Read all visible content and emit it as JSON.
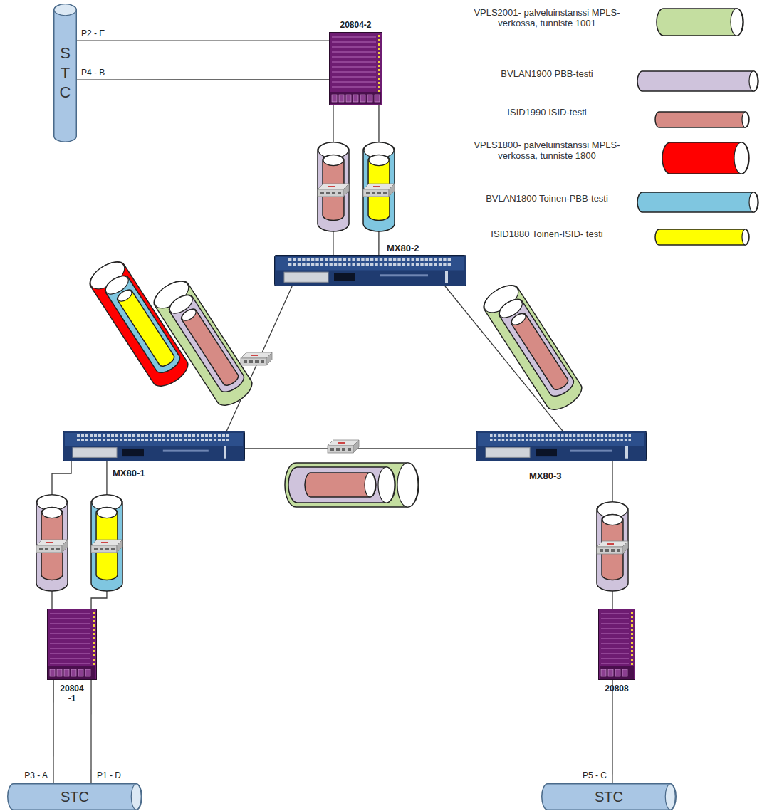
{
  "diagram": {
    "nodes": [
      {
        "text": [
          "STC"
        ]
      },
      {
        "text": [
          "20804-2"
        ]
      },
      {
        "text": [
          "MX80-2"
        ]
      },
      {
        "text": [
          "MX80-1"
        ]
      },
      {
        "text": [
          "MX80-3"
        ]
      },
      {
        "text": [
          "20804 -1"
        ]
      },
      {
        "text": [
          "20808"
        ]
      },
      {
        "text": [
          "STC"
        ]
      },
      {
        "text": [
          "STC"
        ]
      }
    ],
    "edges": [
      {
        "from": 0,
        "to": 1,
        "arrow": "none",
        "label": "P2 - E"
      },
      {
        "from": 0,
        "to": 1,
        "arrow": "none",
        "label": "P4 - B"
      },
      {
        "from": 1,
        "to": 2,
        "arrow": "none"
      },
      {
        "from": 1,
        "to": 2,
        "arrow": "none"
      },
      {
        "from": 2,
        "to": 3,
        "arrow": "none"
      },
      {
        "from": 2,
        "to": 4,
        "arrow": "none"
      },
      {
        "from": 3,
        "to": 4,
        "arrow": "none"
      },
      {
        "from": 3,
        "to": 5,
        "arrow": "none"
      },
      {
        "from": 3,
        "to": 5,
        "arrow": "none"
      },
      {
        "from": 4,
        "to": 6,
        "arrow": "none"
      },
      {
        "from": 5,
        "to": 7,
        "arrow": "none",
        "label": "P3 - A"
      },
      {
        "from": 5,
        "to": 7,
        "arrow": "none",
        "label": "P1 - D"
      },
      {
        "from": 6,
        "to": 8,
        "arrow": "none",
        "label": "P5 - C"
      }
    ],
    "legend": [
      {
        "text": "VPLS2001- palveluinstanssi MPLS- verkossa, tunniste 1001",
        "color": "#c4dea0"
      },
      {
        "text": "BVLAN1900 PBB-testi",
        "color": "#cfc3dc"
      },
      {
        "text": "ISID1990 ISID-testi",
        "color": "#d68b85"
      },
      {
        "text": "VPLS1800- palveluinstanssi MPLS- verkossa, tunniste 1800",
        "color": "#ff0000"
      },
      {
        "text": "BVLAN1800 Toinen-PBB-testi",
        "color": "#7fc6e0"
      },
      {
        "text": "ISID1880 Toinen-ISID- testi",
        "color": "#ffff00"
      }
    ]
  }
}
